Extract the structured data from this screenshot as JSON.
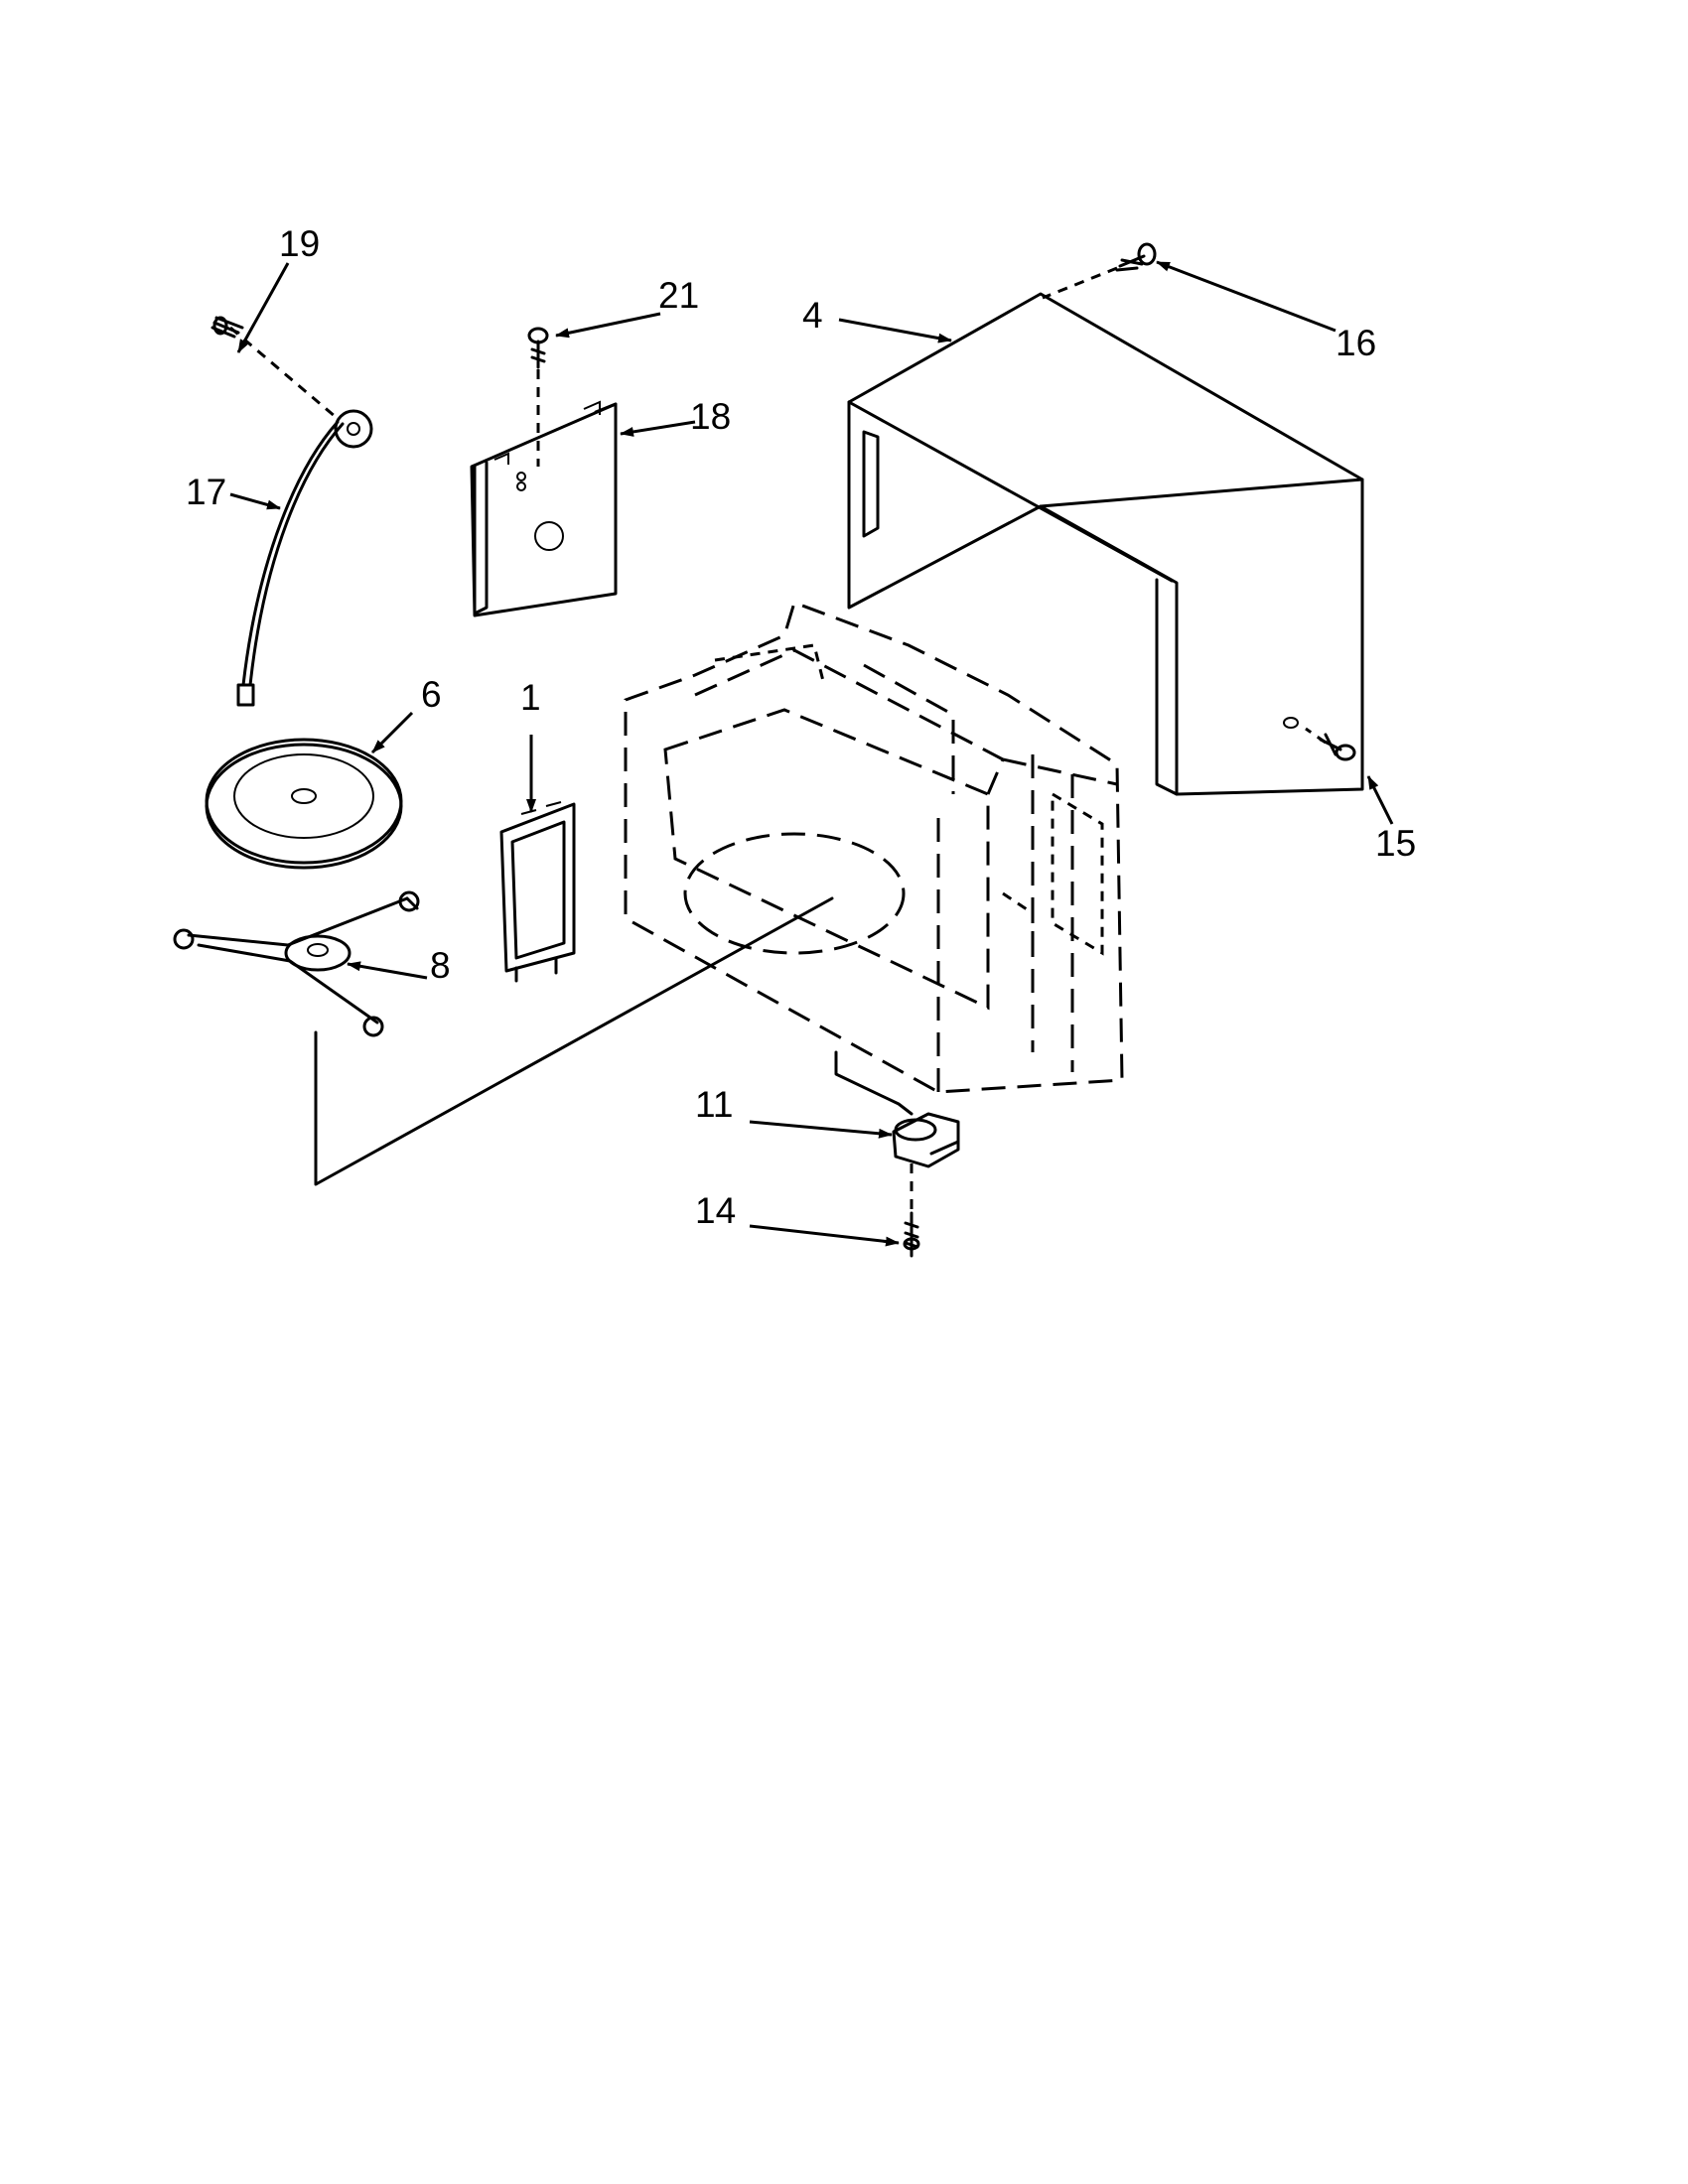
{
  "callouts": {
    "c1": "1",
    "c4": "4",
    "c6": "6",
    "c8": "8",
    "c11": "11",
    "c14": "14",
    "c15": "15",
    "c16": "16",
    "c17": "17",
    "c18": "18",
    "c19": "19",
    "c21": "21"
  },
  "colors": {
    "ink": "#000000",
    "paper": "#ffffff"
  }
}
